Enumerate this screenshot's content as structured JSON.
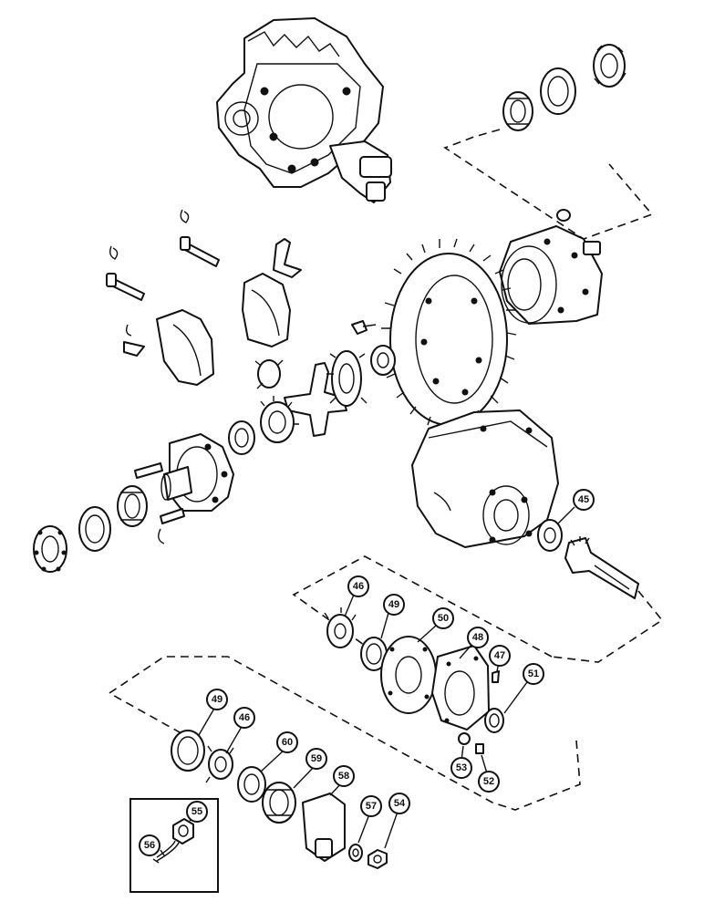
{
  "callouts": [
    {
      "id": "c45",
      "label": "45"
    },
    {
      "id": "c46a",
      "label": "46"
    },
    {
      "id": "c49a",
      "label": "49"
    },
    {
      "id": "c50",
      "label": "50"
    },
    {
      "id": "c48",
      "label": "48"
    },
    {
      "id": "c47",
      "label": "47"
    },
    {
      "id": "c51",
      "label": "51"
    },
    {
      "id": "c49b",
      "label": "49"
    },
    {
      "id": "c46b",
      "label": "46"
    },
    {
      "id": "c60",
      "label": "60"
    },
    {
      "id": "c59",
      "label": "59"
    },
    {
      "id": "c58",
      "label": "58"
    },
    {
      "id": "c53",
      "label": "53"
    },
    {
      "id": "c52",
      "label": "52"
    },
    {
      "id": "c57",
      "label": "57"
    },
    {
      "id": "c54",
      "label": "54"
    },
    {
      "id": "c55",
      "label": "55"
    },
    {
      "id": "c56",
      "label": "56"
    }
  ]
}
